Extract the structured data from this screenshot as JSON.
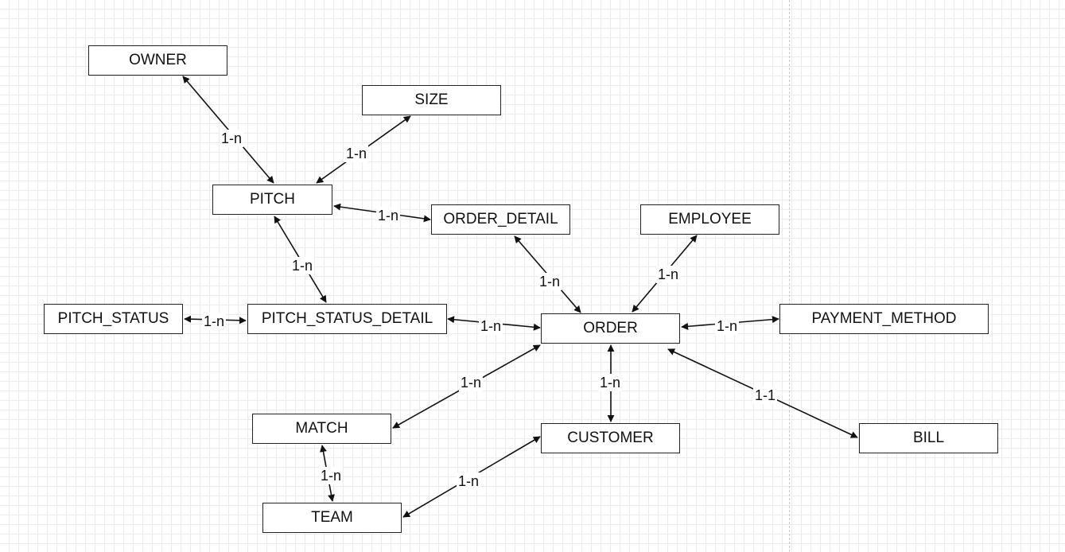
{
  "diagram": {
    "entities": [
      {
        "id": "owner",
        "label": "OWNER"
      },
      {
        "id": "size",
        "label": "SIZE"
      },
      {
        "id": "pitch",
        "label": "PITCH"
      },
      {
        "id": "order_detail",
        "label": "ORDER_DETAIL"
      },
      {
        "id": "employee",
        "label": "EMPLOYEE"
      },
      {
        "id": "pitch_status",
        "label": "PITCH_STATUS"
      },
      {
        "id": "pitch_status_detail",
        "label": "PITCH_STATUS_DETAIL"
      },
      {
        "id": "order",
        "label": "ORDER"
      },
      {
        "id": "payment_method",
        "label": "PAYMENT_METHOD"
      },
      {
        "id": "match",
        "label": "MATCH"
      },
      {
        "id": "customer",
        "label": "CUSTOMER"
      },
      {
        "id": "bill",
        "label": "BILL"
      },
      {
        "id": "team",
        "label": "TEAM"
      }
    ],
    "relationships": [
      {
        "from": "owner",
        "to": "pitch",
        "label": "1-n"
      },
      {
        "from": "size",
        "to": "pitch",
        "label": "1-n"
      },
      {
        "from": "pitch",
        "to": "order_detail",
        "label": "1-n"
      },
      {
        "from": "pitch",
        "to": "pitch_status_detail",
        "label": "1-n"
      },
      {
        "from": "pitch_status",
        "to": "pitch_status_detail",
        "label": "1-n"
      },
      {
        "from": "pitch_status_detail",
        "to": "order",
        "label": "1-n"
      },
      {
        "from": "order_detail",
        "to": "order",
        "label": "1-n"
      },
      {
        "from": "employee",
        "to": "order",
        "label": "1-n"
      },
      {
        "from": "order",
        "to": "payment_method",
        "label": "1-n"
      },
      {
        "from": "order",
        "to": "match",
        "label": "1-n"
      },
      {
        "from": "order",
        "to": "customer",
        "label": "1-n"
      },
      {
        "from": "order",
        "to": "bill",
        "label": "1-1"
      },
      {
        "from": "match",
        "to": "team",
        "label": "1-n"
      },
      {
        "from": "customer",
        "to": "team",
        "label": "1-n"
      }
    ]
  }
}
